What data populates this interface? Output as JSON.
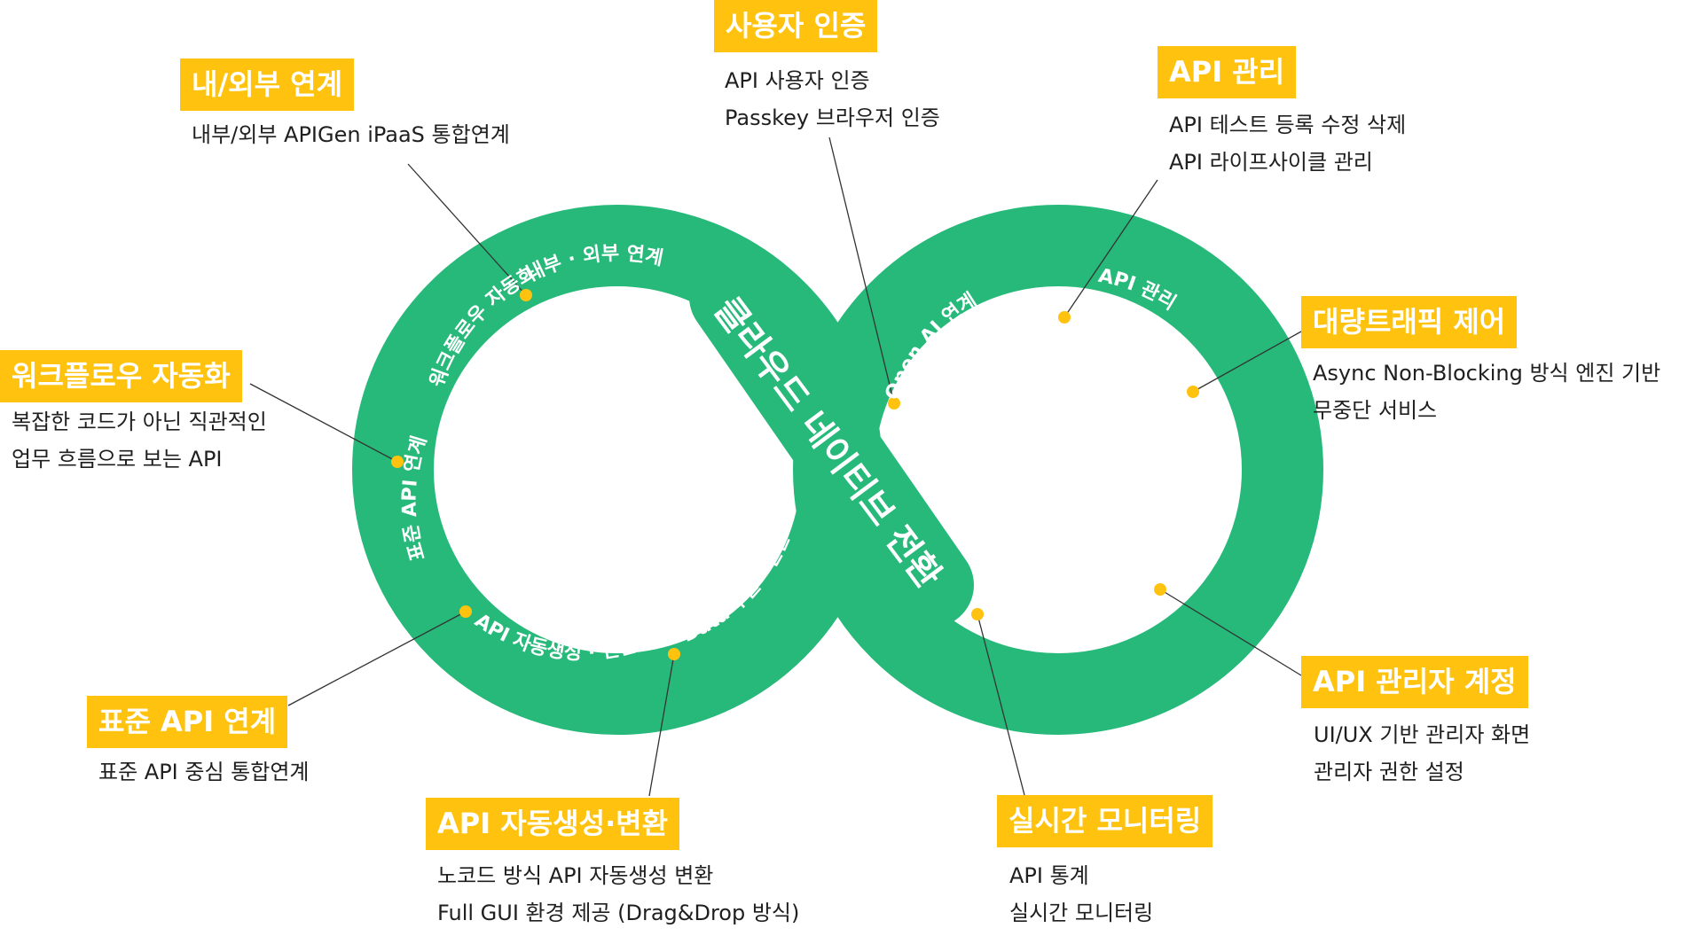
{
  "diagram": {
    "center_title": "클라우드 네이티브 전환",
    "ring_labels": {
      "internal_external": "내부 · 외부 연계",
      "workflow": "워크플로우 자동화",
      "standard_api": "표준 API 연계",
      "api_autogen": "API 자동생성 · 변환",
      "data_extract": "Data 추출 · 변환",
      "open_ai": "Open AI 연계",
      "api_management": "API 관리",
      "traffic_control": "대량 트래픽 제어",
      "realtime_monitoring": "실시간 모니터링"
    },
    "features": {
      "user_auth": {
        "label": "사용자 인증",
        "lines": [
          "API 사용자 인증",
          "Passkey 브라우저 인증"
        ]
      },
      "integration": {
        "label": "내/외부 연계",
        "lines": [
          "내부/외부 APIGen iPaaS 통합연계"
        ]
      },
      "api_management": {
        "label": "API 관리",
        "lines": [
          "API 테스트 등록 수정 삭제",
          "API 라이프사이클 관리"
        ]
      },
      "workflow": {
        "label": "워크플로우 자동화",
        "lines": [
          "복잡한 코드가 아닌 직관적인",
          "업무 흐름으로 보는 API"
        ]
      },
      "traffic_control": {
        "label": "대량트래픽 제어",
        "lines": [
          "Async Non-Blocking 방식 엔진 기반",
          "무중단 서비스"
        ]
      },
      "standard_api": {
        "label": "표준 API 연계",
        "lines": [
          "표준 API 중심 통합연계"
        ]
      },
      "admin_account": {
        "label": "API 관리자 계정",
        "lines": [
          "UI/UX 기반 관리자 화면",
          "관리자 권한 설정"
        ]
      },
      "api_autogen": {
        "label": "API 자동생성·변환",
        "lines": [
          "노코드 방식 API 자동생성 변환",
          "Full GUI 환경 제공 (Drag&Drop 방식)"
        ]
      },
      "realtime_monitoring": {
        "label": "실시간 모니터링",
        "lines": [
          "API 통계",
          "실시간 모니터링"
        ]
      }
    },
    "colors": {
      "ring": "#26b97a",
      "accent": "#ffc20e",
      "connector": "#333333",
      "text": "#1f1f1f"
    }
  }
}
